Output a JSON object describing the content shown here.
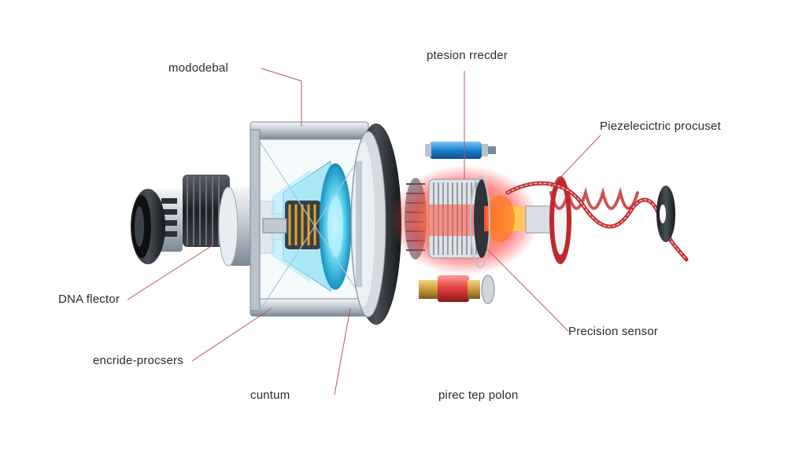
{
  "diagram": {
    "labels": {
      "top_left": "mododebal",
      "top_center": "ptesion rrecder",
      "right_top": "Piezelecictric procuset",
      "left_mid": "DNA flector",
      "left_low": "encride-procsers",
      "bottom_left": "cuntum",
      "right_low": "Precision sensor",
      "bottom_center": "pirec tep polon"
    },
    "colors": {
      "leader_line": "#b55a5a",
      "metal_light": "#dfe5ea",
      "metal_mid": "#9aa6b0",
      "metal_dark": "#2b2f36",
      "glass_cyan": "#56d4f2",
      "core_glow": "#ff5a3a",
      "beam_orange": "#ffb020",
      "coil_red": "#c0282b",
      "blue_cylinder": "#1e7fd1",
      "brass": "#c89b3c"
    }
  }
}
